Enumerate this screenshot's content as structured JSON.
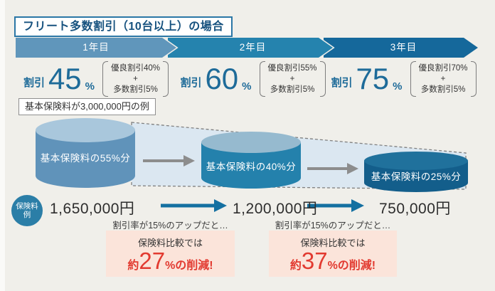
{
  "title": "フリート多数割引（10台以上）の場合",
  "years": [
    {
      "banner_label": "1年目",
      "discount_label": "割引",
      "discount_value": "45",
      "percent_sign": "%",
      "bracket": {
        "line1": "優良割引40%",
        "line2": "+",
        "line3": "多数割引5%"
      }
    },
    {
      "banner_label": "2年目",
      "discount_label": "割引",
      "discount_value": "60",
      "percent_sign": "%",
      "bracket": {
        "line1": "優良割引55%",
        "line2": "+",
        "line3": "多数割引5%"
      }
    },
    {
      "banner_label": "3年目",
      "discount_label": "割引",
      "discount_value": "75",
      "percent_sign": "%",
      "bracket": {
        "line1": "優良割引70%",
        "line2": "+",
        "line3": "多数割引5%"
      }
    }
  ],
  "example_note": "基本保険料が3,000,000円の例",
  "cylinders": [
    {
      "label": "基本保険料の55%分"
    },
    {
      "label": "基本保険料の40%分"
    },
    {
      "label": "基本保険料の25%分"
    }
  ],
  "premium_badge": {
    "line1": "保険料",
    "line2": "例"
  },
  "amounts": [
    "1,650,000円",
    "1,200,000円",
    "750,000円"
  ],
  "up_notes": [
    "割引率が15%のアップだと…",
    "割引率が15%のアップだと…"
  ],
  "reductions": [
    {
      "heading": "保険料比較では",
      "prefix": "約",
      "value": "27",
      "suffix": "%の削減!"
    },
    {
      "heading": "保険料比較では",
      "prefix": "約",
      "value": "37",
      "suffix": "%の削減!"
    }
  ],
  "colors": {
    "background": "#f0efea",
    "banner_year1": "#6096bb",
    "banner_year2": "#2583ae",
    "banner_year3": "#15689b",
    "discount_blue": "#1e6b99",
    "cylinder1_body": "#6093ba",
    "cylinder2_body": "#2481ac",
    "cylinder3_body": "#135e8b",
    "funnel_fill": "#dbe7f1",
    "gray_arrow": "#8d8d8d",
    "blue_arrow": "#1470a1",
    "badge_teal": "#2b7ea7",
    "reduction_box_pink": "#fbe4da",
    "reduction_red": "#e23a30"
  }
}
